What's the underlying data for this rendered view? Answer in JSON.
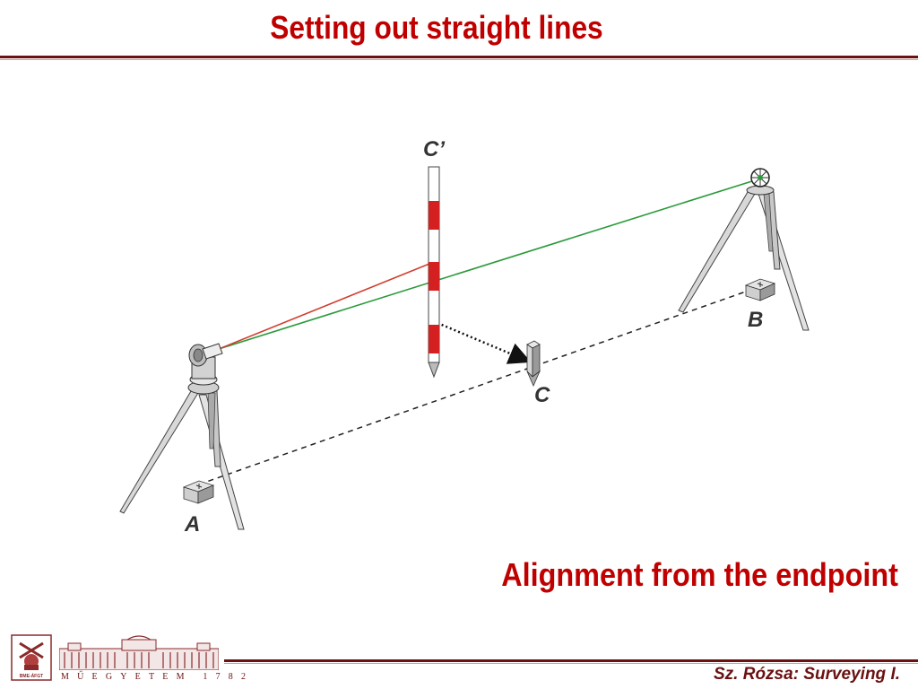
{
  "slide": {
    "title": "Setting out straight lines",
    "subtitle": "Alignment from the endpoint"
  },
  "diagram": {
    "labels": {
      "c_prime": "C’",
      "c": "C",
      "a": "A",
      "b": "B"
    }
  },
  "footer": {
    "credit": "Sz. Rózsa: Surveying I.",
    "logo_text": "BME-ÁFGT",
    "motto": "MŰEGYETEM 1782"
  },
  "colors": {
    "title_red": "#c00000",
    "rule_dark": "#6b1111",
    "sight_green": "#2a9a3a",
    "sight_red": "#d04030",
    "pole_red": "#d42020"
  }
}
